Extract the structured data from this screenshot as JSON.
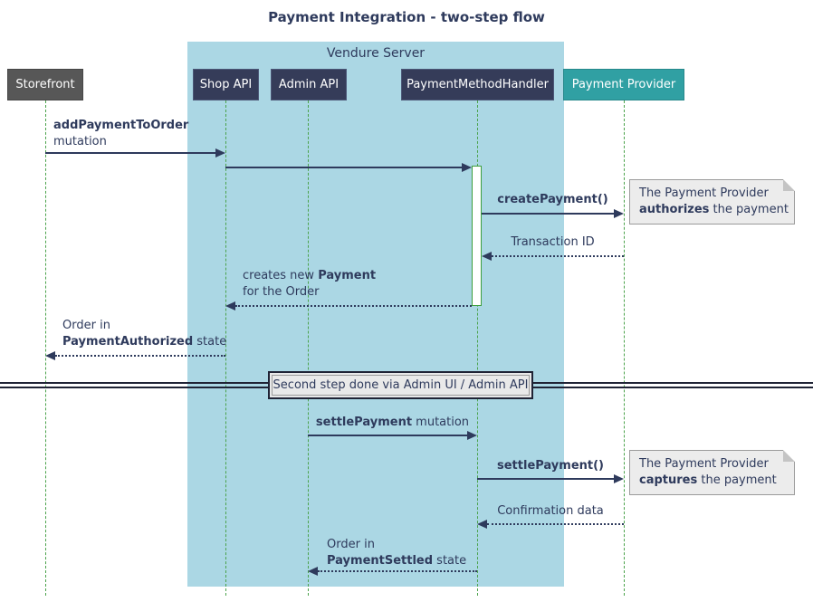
{
  "title": "Payment Integration - two-step flow",
  "colors": {
    "navy": "#2E3A5C",
    "container-blue": "#ABD7E4",
    "participant-navy": "#353C59",
    "participant-gray": "#575757",
    "teal": "#30A0A3",
    "lifeline-green": "#4CA34C",
    "activation-border": "#3C9E3C",
    "note-bg": "#ECECEC",
    "divider-bg": "#E9E9E9"
  },
  "container": {
    "label": "Vendure Server"
  },
  "participants": [
    {
      "id": "storefront",
      "label": "Storefront"
    },
    {
      "id": "shop-api",
      "label": "Shop API"
    },
    {
      "id": "admin-api",
      "label": "Admin API"
    },
    {
      "id": "payment-method-handler",
      "label": "PaymentMethodHandler"
    },
    {
      "id": "payment-provider",
      "label": "Payment Provider"
    }
  ],
  "messages": {
    "add_payment": {
      "bold": "addPaymentToOrder",
      "rest": "mutation"
    },
    "create_payment": {
      "bold": "createPayment()"
    },
    "transaction_id": {
      "text": "Transaction ID"
    },
    "creates_payment": {
      "pre": "creates new ",
      "bold": "Payment",
      "line2": "for the Order"
    },
    "payment_authorized": {
      "line1": "Order in",
      "bold": "PaymentAuthorized",
      "rest": " state"
    },
    "settle_payment_mutation": {
      "bold": "settlePayment",
      "rest": " mutation"
    },
    "settle_payment_call": {
      "bold": "settlePayment()"
    },
    "confirmation_data": {
      "text": "Confirmation data"
    },
    "payment_settled": {
      "line1": "Order in",
      "bold": "PaymentSettled",
      "rest": " state"
    }
  },
  "divider": {
    "label": "Second step done via Admin UI / Admin API"
  },
  "notes": {
    "authorize": {
      "line1": "The Payment Provider",
      "bold": "authorizes",
      "rest": " the payment"
    },
    "capture": {
      "line1": "The Payment Provider",
      "bold": "captures",
      "rest": " the payment"
    }
  }
}
